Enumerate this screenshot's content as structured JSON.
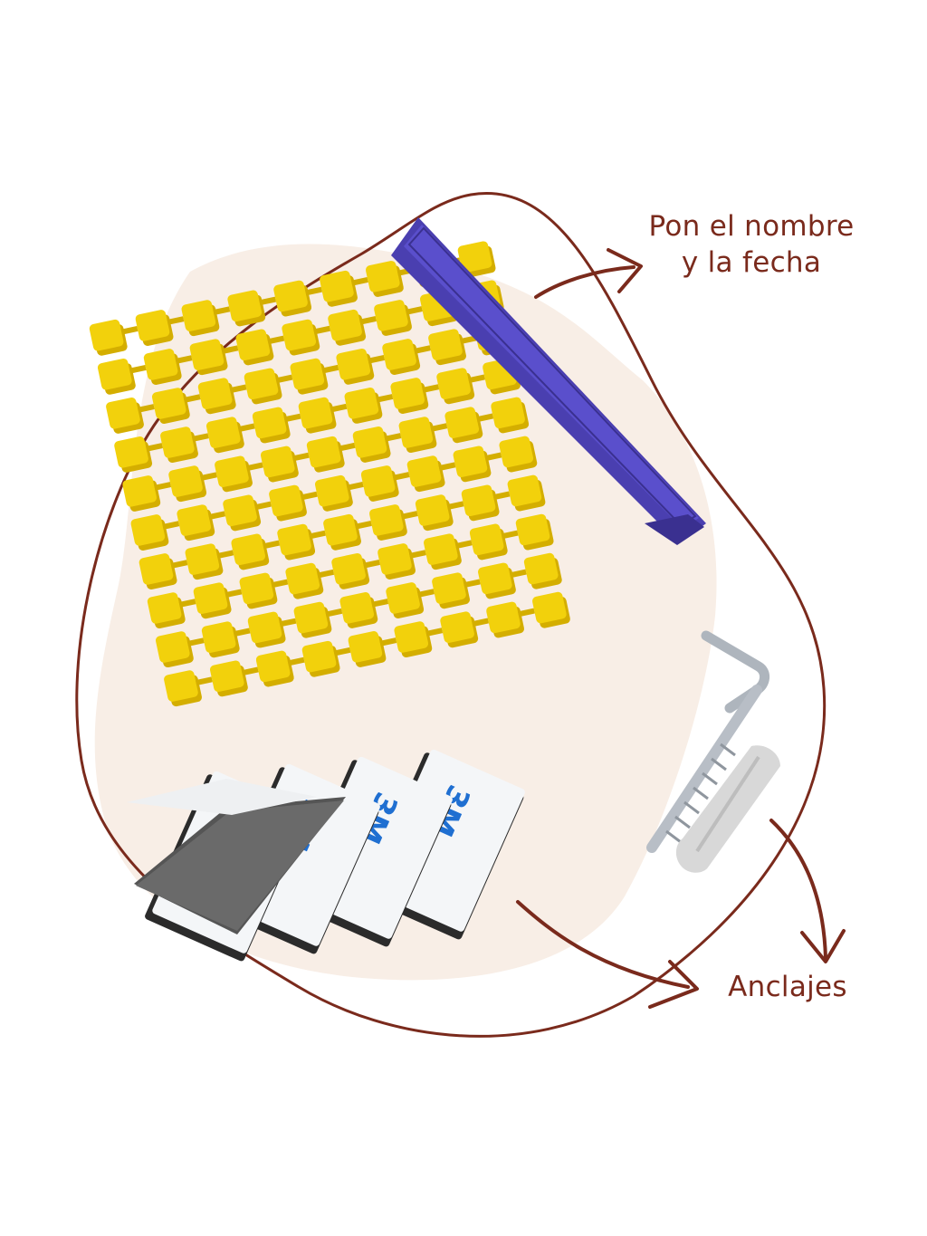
{
  "annotations": {
    "top_line1": "Pon el nombre",
    "top_line2": "y la fecha",
    "bottom": "Anclajes"
  },
  "colors": {
    "accent": "#7a2a1c",
    "blob": "#f8eee6",
    "letters": "#f2d10c",
    "letters_shadow": "#d4ae00",
    "holder": "#4a3fb0",
    "pad_black": "#2b2b2b",
    "pad_white": "#f4f6f8",
    "logo_blue": "#1f6fd1",
    "metal": "#b8bec6",
    "plug": "#d8d8d8"
  },
  "icons": [
    "yellow-letter-stamp-set",
    "purple-letter-holder",
    "3m-adhesive-pads",
    "l-hook-screw",
    "wall-plug"
  ]
}
